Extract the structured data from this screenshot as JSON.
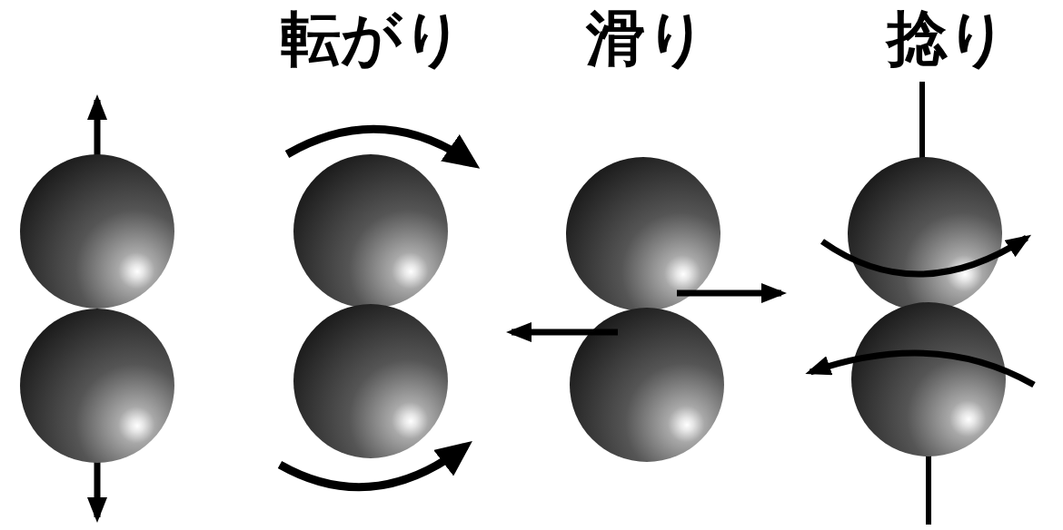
{
  "diagram": {
    "labels": [
      "転がり",
      "滑り",
      "捻り"
    ]
  }
}
